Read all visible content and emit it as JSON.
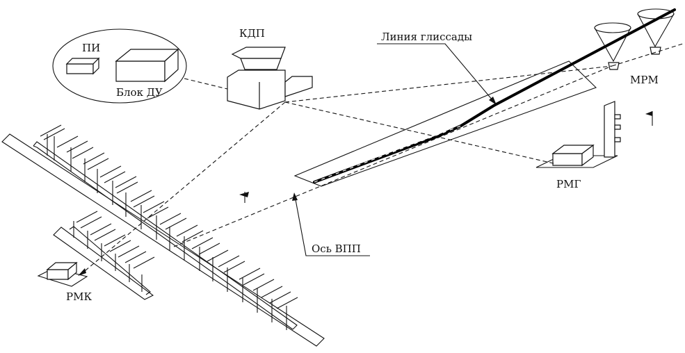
{
  "labels": {
    "pi": "ПИ",
    "block_du": "Блок ДУ",
    "kdp": "КДП",
    "glide_line": "Линия глиссады",
    "mrm": "МРМ",
    "rmg": "РМГ",
    "runway_axis": "Ось ВПП",
    "rmk": "РМК"
  },
  "colors": {
    "line": "#111111",
    "background": "#ffffff"
  }
}
